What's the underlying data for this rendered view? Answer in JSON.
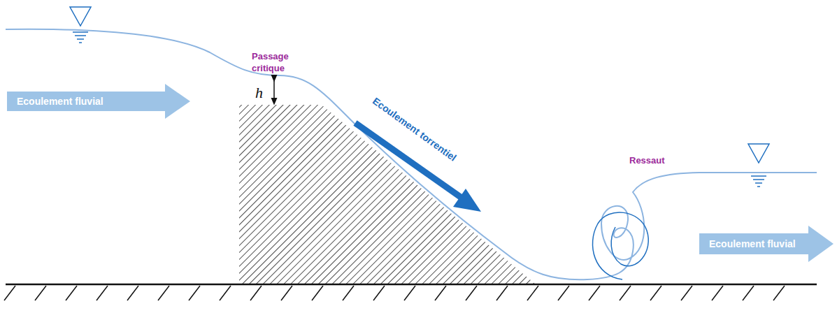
{
  "diagram": {
    "nodes": [
      {
        "text": [
          "Ecoulement fluvial"
        ]
      },
      {
        "text": [
          "Ecoulement fluvial"
        ]
      }
    ],
    "labels": [
      "Passage critique",
      "h",
      "Ecoulement torrentiel",
      "Ressaut"
    ]
  }
}
